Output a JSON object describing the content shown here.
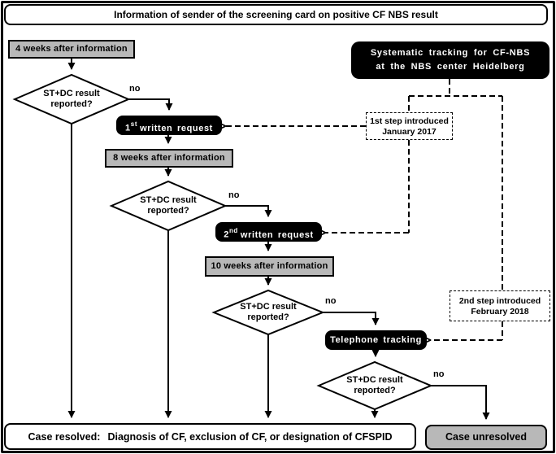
{
  "colors": {
    "step_gray": "#b8b8b8",
    "action_black": "#000000",
    "line_black": "#000000",
    "background_white": "#ffffff"
  },
  "title": "Information of sender of the screening card on positive CF NBS result",
  "systematic_box": {
    "line1": "Systematic tracking for CF-NBS",
    "line2": "at the NBS center Heidelberg"
  },
  "timeline_boxes": {
    "after4": "4 weeks after information",
    "after8": "8 weeks after information",
    "after10": "10 weeks after information"
  },
  "action_boxes": {
    "request1": {
      "num": "1",
      "ordinal": "st",
      "rest": "written request"
    },
    "request2": {
      "num": "2",
      "ordinal": "nd",
      "rest": "written request"
    },
    "telephone": "Telephone tracking"
  },
  "decisions": [
    {
      "line1": "ST+DC result",
      "line2": "reported?"
    },
    {
      "line1": "ST+DC result",
      "line2": "reported?"
    },
    {
      "line1": "ST+DC result",
      "line2": "reported?"
    },
    {
      "line1": "ST+DC result",
      "line2": "reported?"
    }
  ],
  "edge_labels": {
    "no": "no"
  },
  "annotations": {
    "step1": {
      "line1": "1st step introduced",
      "line2": "January 2017"
    },
    "step2": {
      "line1": "2nd step introduced",
      "line2": "February 2018"
    }
  },
  "outcomes": {
    "resolved_prefix": "Case resolved:",
    "resolved_detail": "Diagnosis of CF, exclusion of CF, or designation of CFSPID",
    "unresolved": "Case unresolved"
  }
}
